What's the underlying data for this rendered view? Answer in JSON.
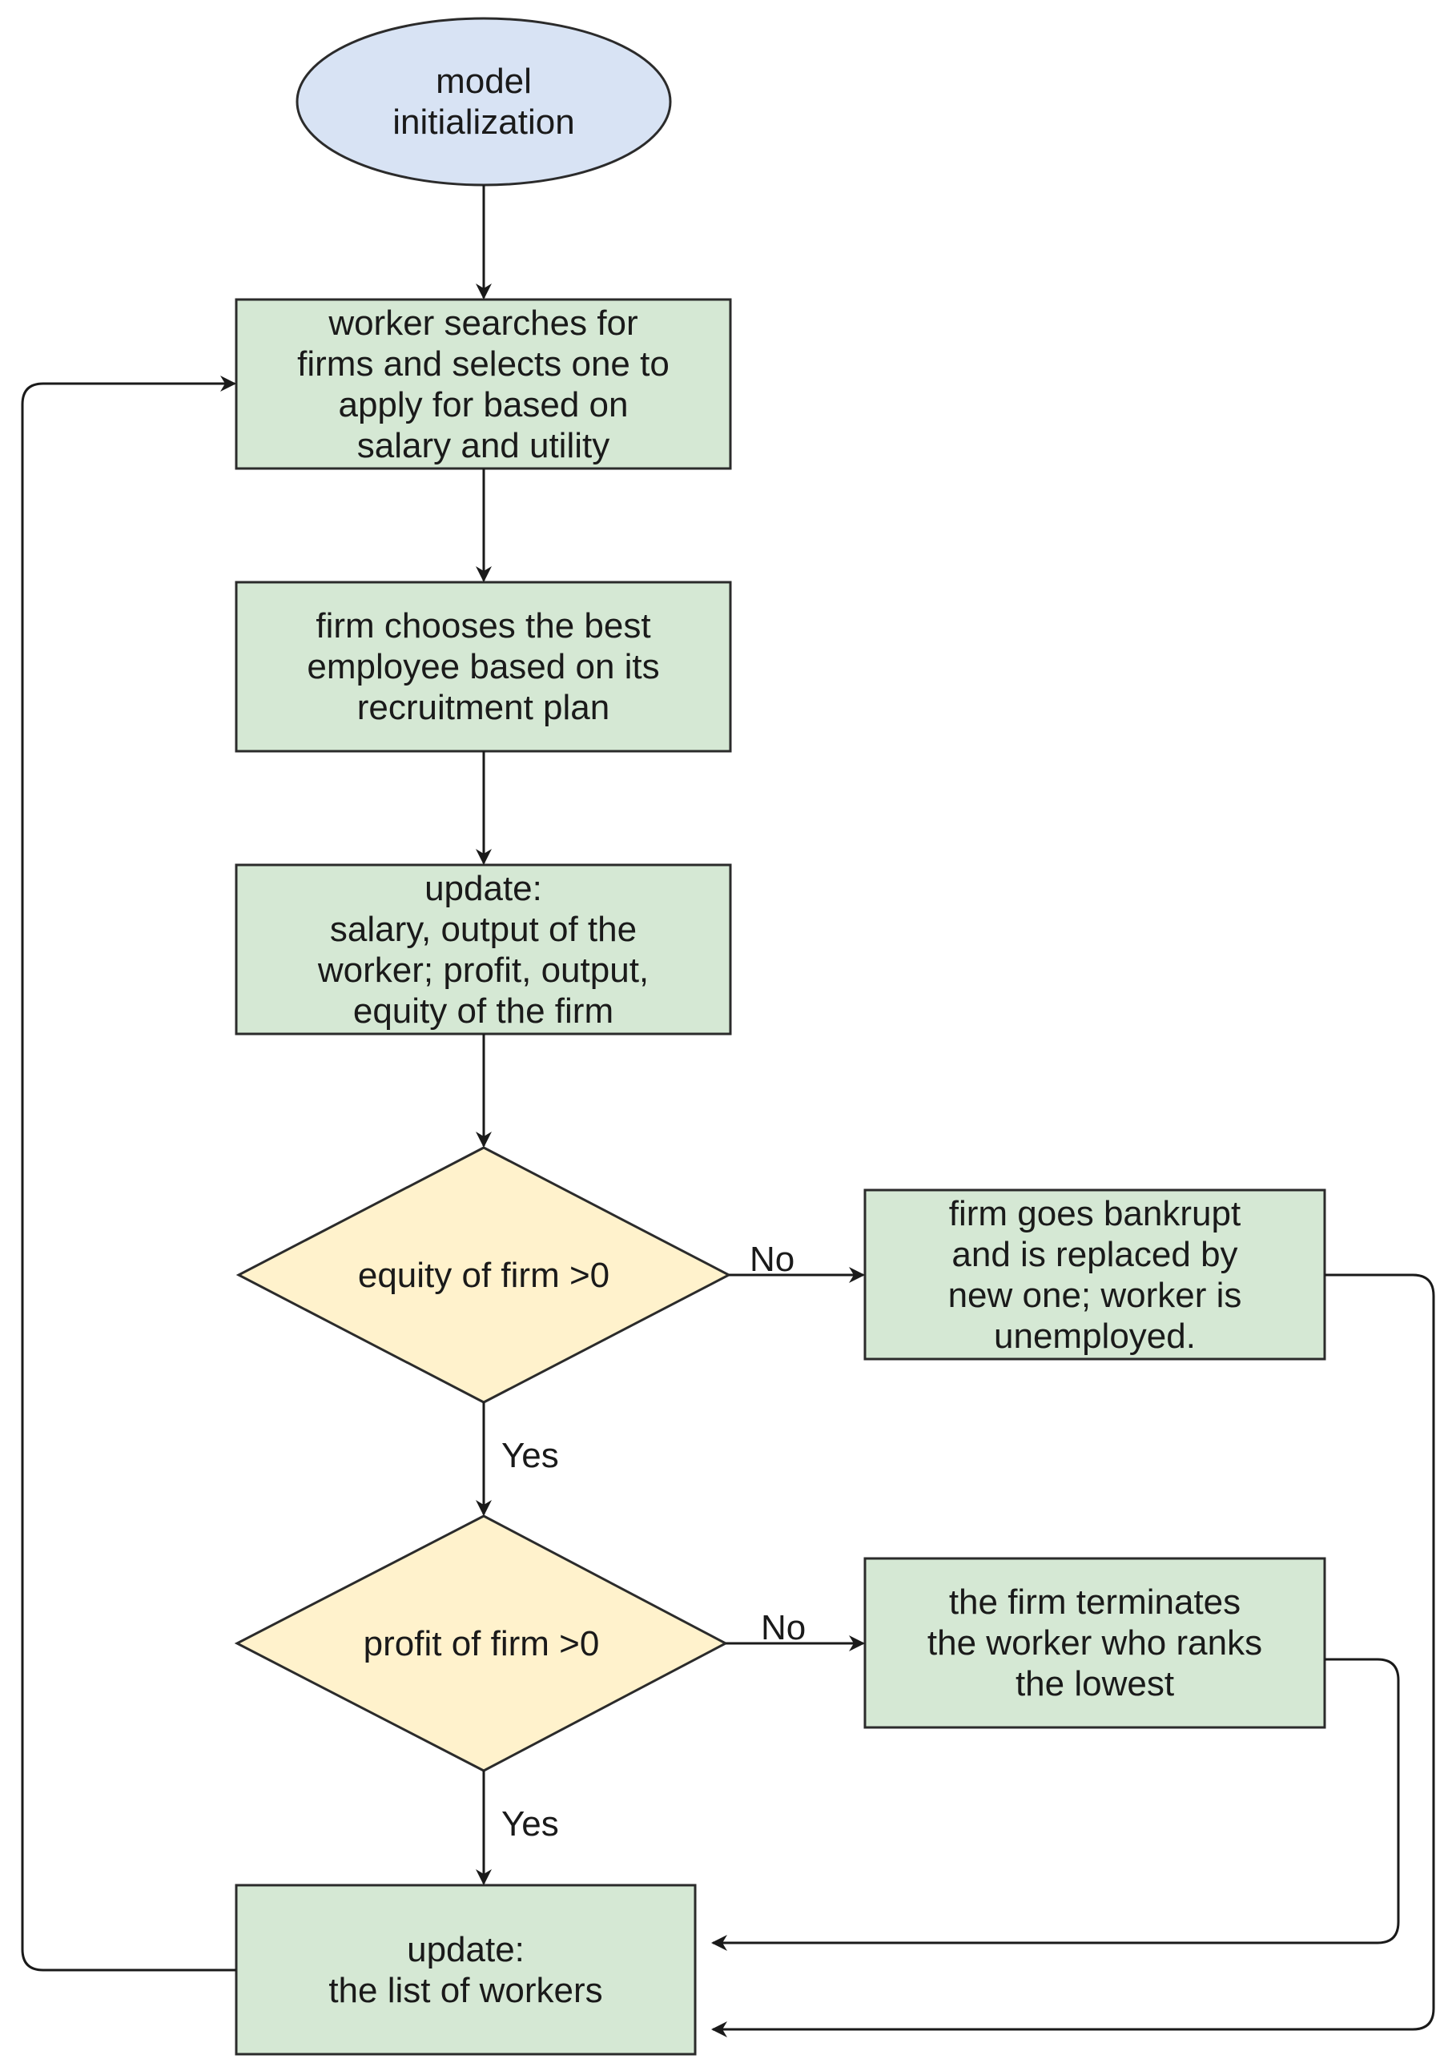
{
  "colors": {
    "terminal_fill": "#d8e3f4",
    "process_fill": "#d5e8d4",
    "decision_fill": "#fff2cc",
    "stroke": "#2b2b2b"
  },
  "nodes": {
    "start": "model\ninitialization",
    "search": "worker searches for\nfirms and selects one to\napply for based on\nsalary and utility",
    "choose": "firm chooses the best\nemployee based on its\nrecruitment plan",
    "update_firm": "update:\nsalary, output of the\nworker; profit, output,\nequity of the firm",
    "equity_check": "equity of firm >0",
    "bankrupt": "firm goes bankrupt\nand is replaced by\nnew one; worker is\nunemployed.",
    "profit_check": "profit of firm >0",
    "terminate": "the firm terminates\nthe worker who ranks\nthe lowest",
    "update_list": "update:\nthe list of workers"
  },
  "edge_labels": {
    "equity_no": "No",
    "equity_yes": "Yes",
    "profit_no": "No",
    "profit_yes": "Yes"
  }
}
